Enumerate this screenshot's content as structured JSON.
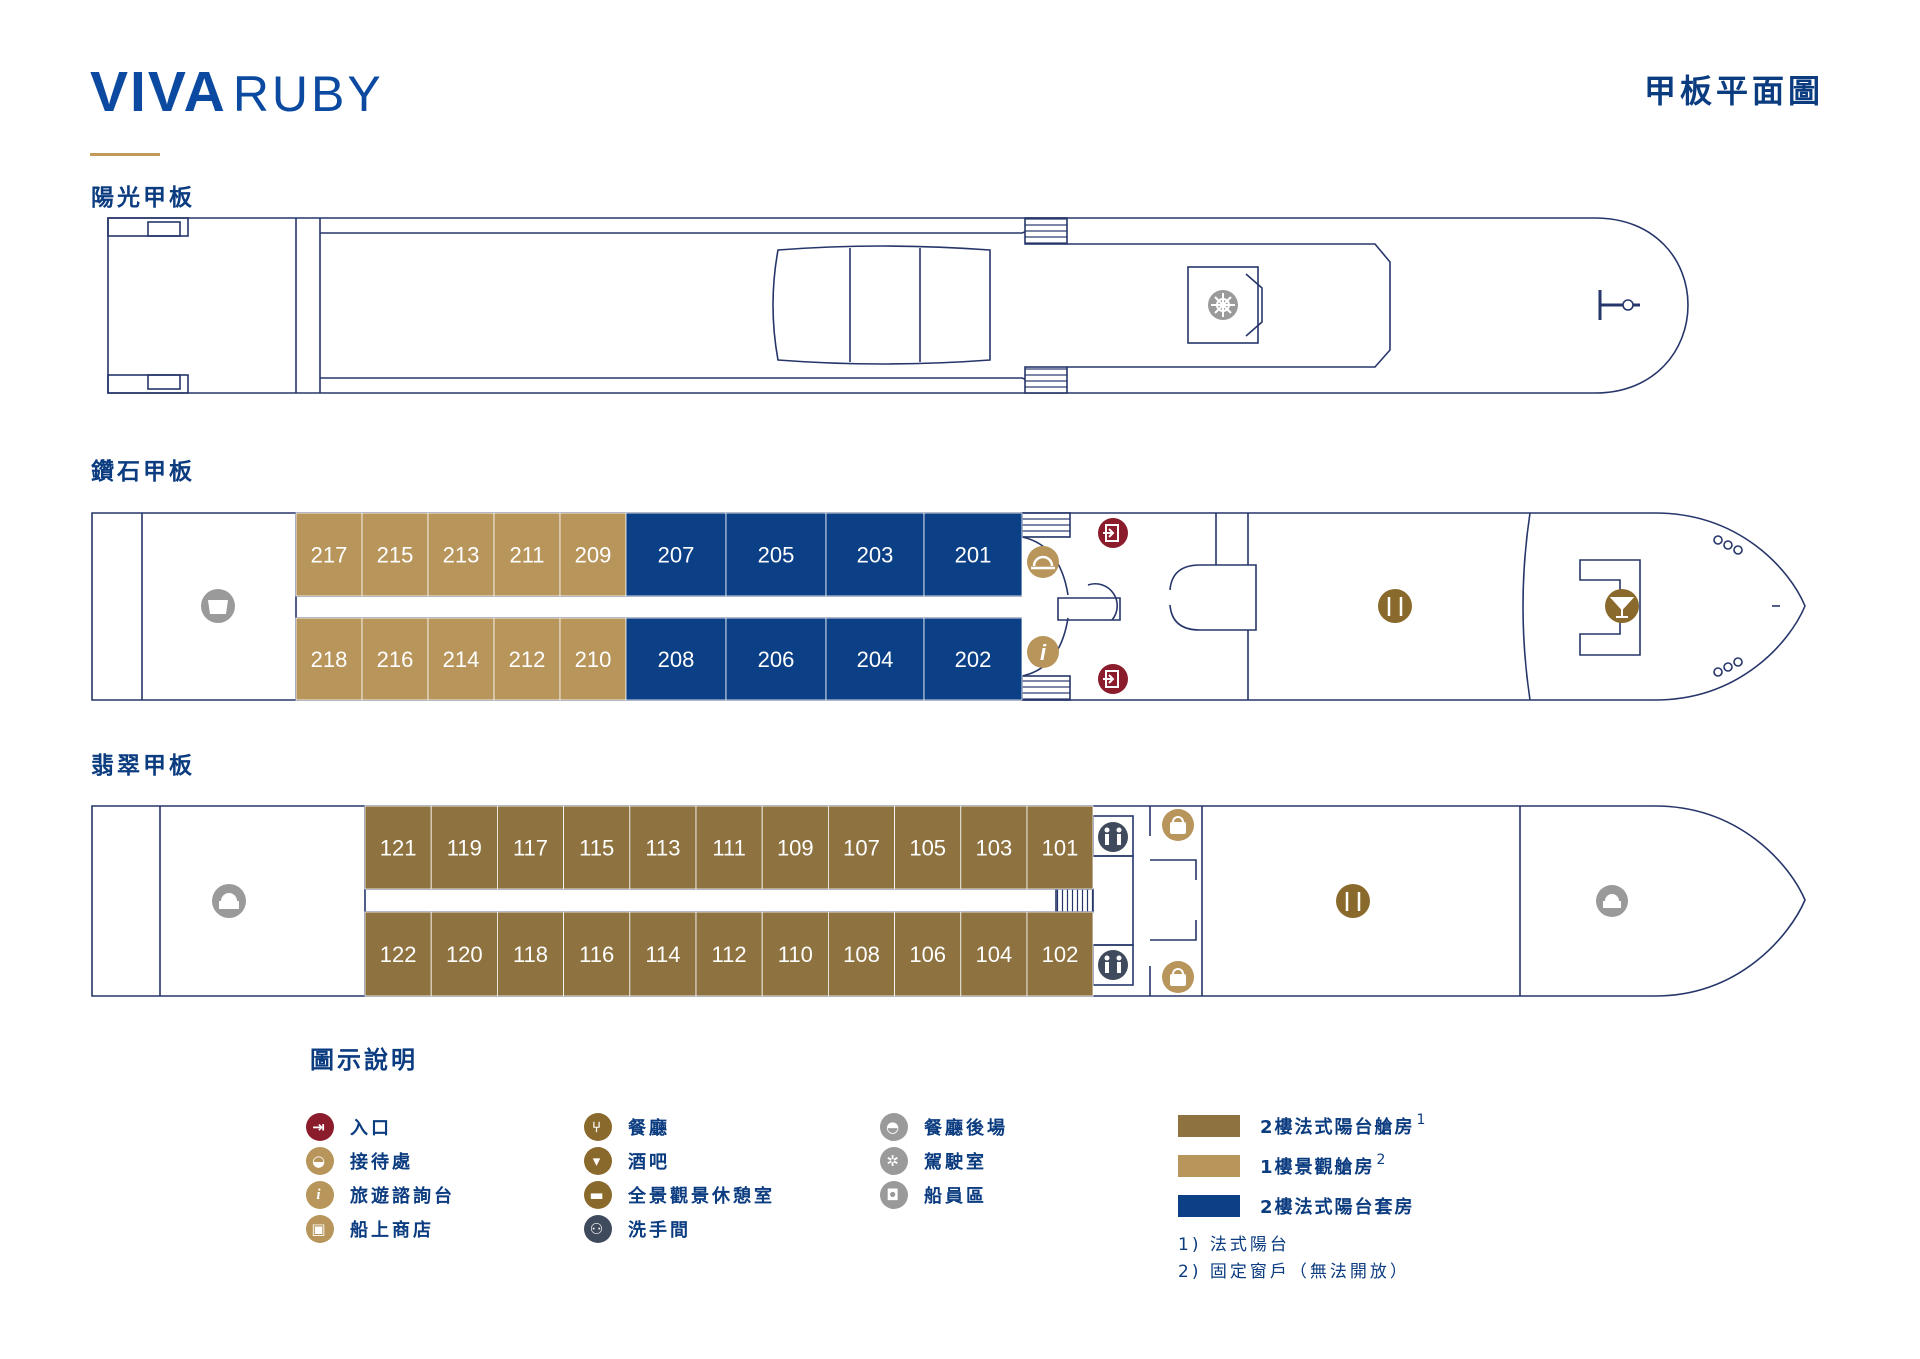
{
  "brand": {
    "viva": "VIVA",
    "ruby": "RUBY"
  },
  "page_title": "甲板平面圖",
  "decks": {
    "sun": {
      "label": "陽光甲板"
    },
    "diamond": {
      "label": "鑽石甲板",
      "top_cabins": [
        "217",
        "215",
        "213",
        "211",
        "209",
        "207",
        "205",
        "203",
        "201"
      ],
      "bottom_cabins": [
        "218",
        "216",
        "214",
        "212",
        "210",
        "208",
        "206",
        "204",
        "202"
      ],
      "top_types": [
        "lower",
        "lower",
        "lower",
        "lower",
        "lower",
        "suite",
        "suite",
        "suite",
        "suite"
      ],
      "bottom_types": [
        "lower",
        "lower",
        "lower",
        "lower",
        "lower",
        "suite",
        "suite",
        "suite",
        "suite"
      ]
    },
    "emerald": {
      "label": "翡翠甲板",
      "top_cabins": [
        "121",
        "119",
        "117",
        "115",
        "113",
        "111",
        "109",
        "107",
        "105",
        "103",
        "101"
      ],
      "bottom_cabins": [
        "122",
        "120",
        "118",
        "116",
        "114",
        "112",
        "110",
        "108",
        "106",
        "104",
        "102"
      ]
    }
  },
  "legend": {
    "title": "圖示說明",
    "col1": [
      {
        "icon": "entrance-icon",
        "label": "入口",
        "color": "#8b1c2c"
      },
      {
        "icon": "reception-icon",
        "label": "接待處",
        "color": "#b8955a"
      },
      {
        "icon": "info-icon",
        "label": "旅遊諮詢台",
        "color": "#b8955a"
      },
      {
        "icon": "shop-icon",
        "label": "船上商店",
        "color": "#b8955a"
      }
    ],
    "col2": [
      {
        "icon": "restaurant-icon",
        "label": "餐廳",
        "color": "#8a6a2c"
      },
      {
        "icon": "bar-icon",
        "label": "酒吧",
        "color": "#8a6a2c"
      },
      {
        "icon": "lounge-icon",
        "label": "全景觀景休憩室",
        "color": "#8a6a2c"
      },
      {
        "icon": "restroom-icon",
        "label": "洗手間",
        "color": "#3f4a5c"
      }
    ],
    "col3": [
      {
        "icon": "galley-icon",
        "label": "餐廳後場",
        "color": "#9a9a9a"
      },
      {
        "icon": "bridge-icon",
        "label": "駕駛室",
        "color": "#9a9a9a"
      },
      {
        "icon": "crew-icon",
        "label": "船員區",
        "color": "#9a9a9a"
      }
    ],
    "cabins": [
      {
        "label": "2樓法式陽台艙房",
        "sup": "1",
        "color": "#8e7340"
      },
      {
        "label": "1樓景觀艙房",
        "sup": "2",
        "color": "#b8955a"
      },
      {
        "label": "2樓法式陽台套房",
        "sup": "",
        "color": "#0b3f86"
      }
    ],
    "notes": [
      "1) 法式陽台",
      "2) 固定窗戶（無法開放）"
    ]
  },
  "colors": {
    "upper_cabin": "#8e7340",
    "lower_cabin": "#b8955a",
    "suite": "#0b3f86",
    "outline": "#26366a"
  }
}
